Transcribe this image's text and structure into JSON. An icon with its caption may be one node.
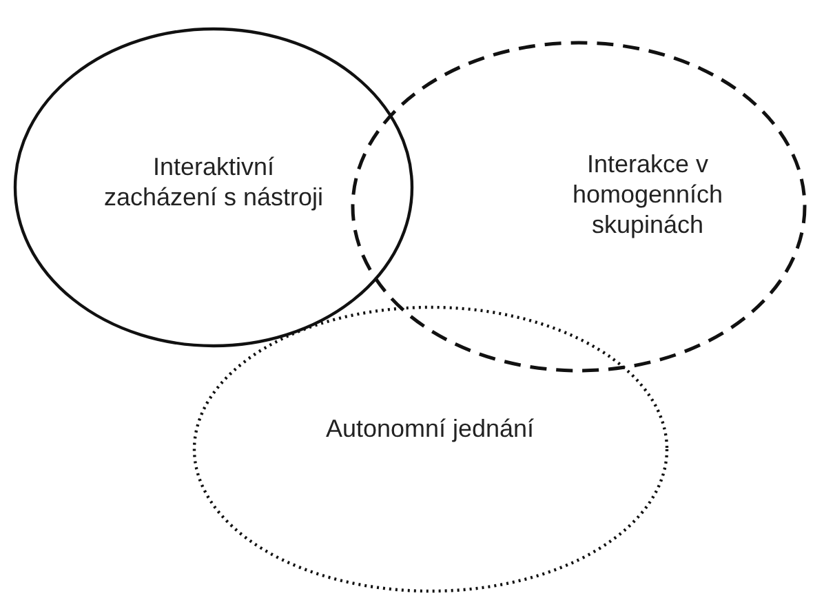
{
  "diagram": {
    "nodes": [
      {
        "text": [
          "Interaktivní zacházení s nástroji"
        ]
      },
      {
        "text": [
          "Interakce v homogenních skupinách"
        ]
      },
      {
        "text": [
          "Autonomní jednání"
        ]
      }
    ]
  }
}
